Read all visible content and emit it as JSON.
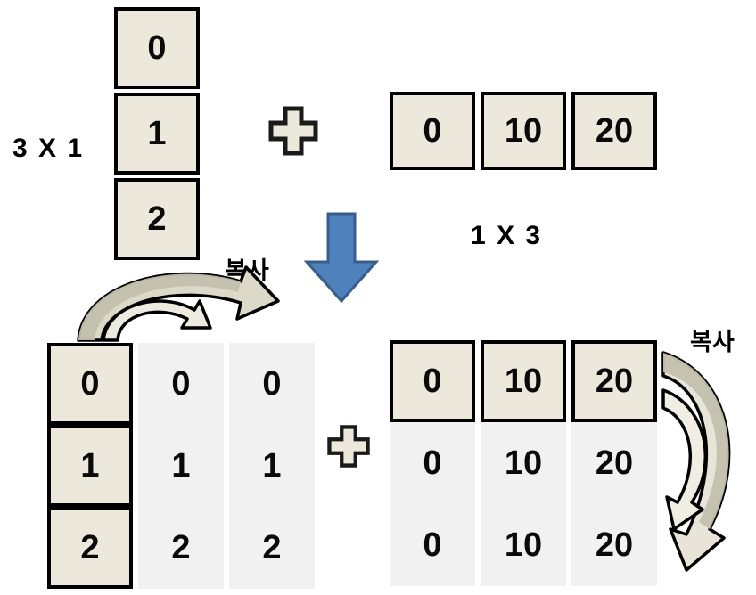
{
  "diagram": {
    "title_hidden": "",
    "colors": {
      "source_cell_fill": "#ECE9DC",
      "copy_cell_fill": "#F1F1F1",
      "cell_border": "#000000",
      "blue_arrow_fill": "#4F81BD",
      "blue_arrow_stroke": "#385D8A",
      "curve_arrow_dark_fill": "#C3C0AE",
      "curve_arrow_light_fill": "#E8E5D8",
      "curve_arrow_stroke": "#000000",
      "text": "#000000"
    },
    "labels": {
      "shape_left": "3 X 1",
      "shape_right": "1 X 3",
      "copy_left": "복사",
      "copy_right": "복사",
      "plus_top": "+",
      "plus_bottom": "+"
    },
    "top": {
      "left_array": {
        "shape": "3 X 1",
        "orientation": "column",
        "values": [
          "0",
          "1",
          "2"
        ]
      },
      "right_array": {
        "shape": "1 X 3",
        "orientation": "row",
        "values": [
          "0",
          "10",
          "20"
        ]
      }
    },
    "bottom": {
      "left_matrix": {
        "shape": "3 X 3",
        "rows": [
          [
            "0",
            "0",
            "0"
          ],
          [
            "1",
            "1",
            "1"
          ],
          [
            "2",
            "2",
            "2"
          ]
        ],
        "source_column_index": 0,
        "broadcast_direction": "columns"
      },
      "right_matrix": {
        "shape": "3 X 3",
        "rows": [
          [
            "0",
            "10",
            "20"
          ],
          [
            "0",
            "10",
            "20"
          ],
          [
            "0",
            "10",
            "20"
          ]
        ],
        "source_row_index": 0,
        "broadcast_direction": "rows"
      }
    }
  }
}
